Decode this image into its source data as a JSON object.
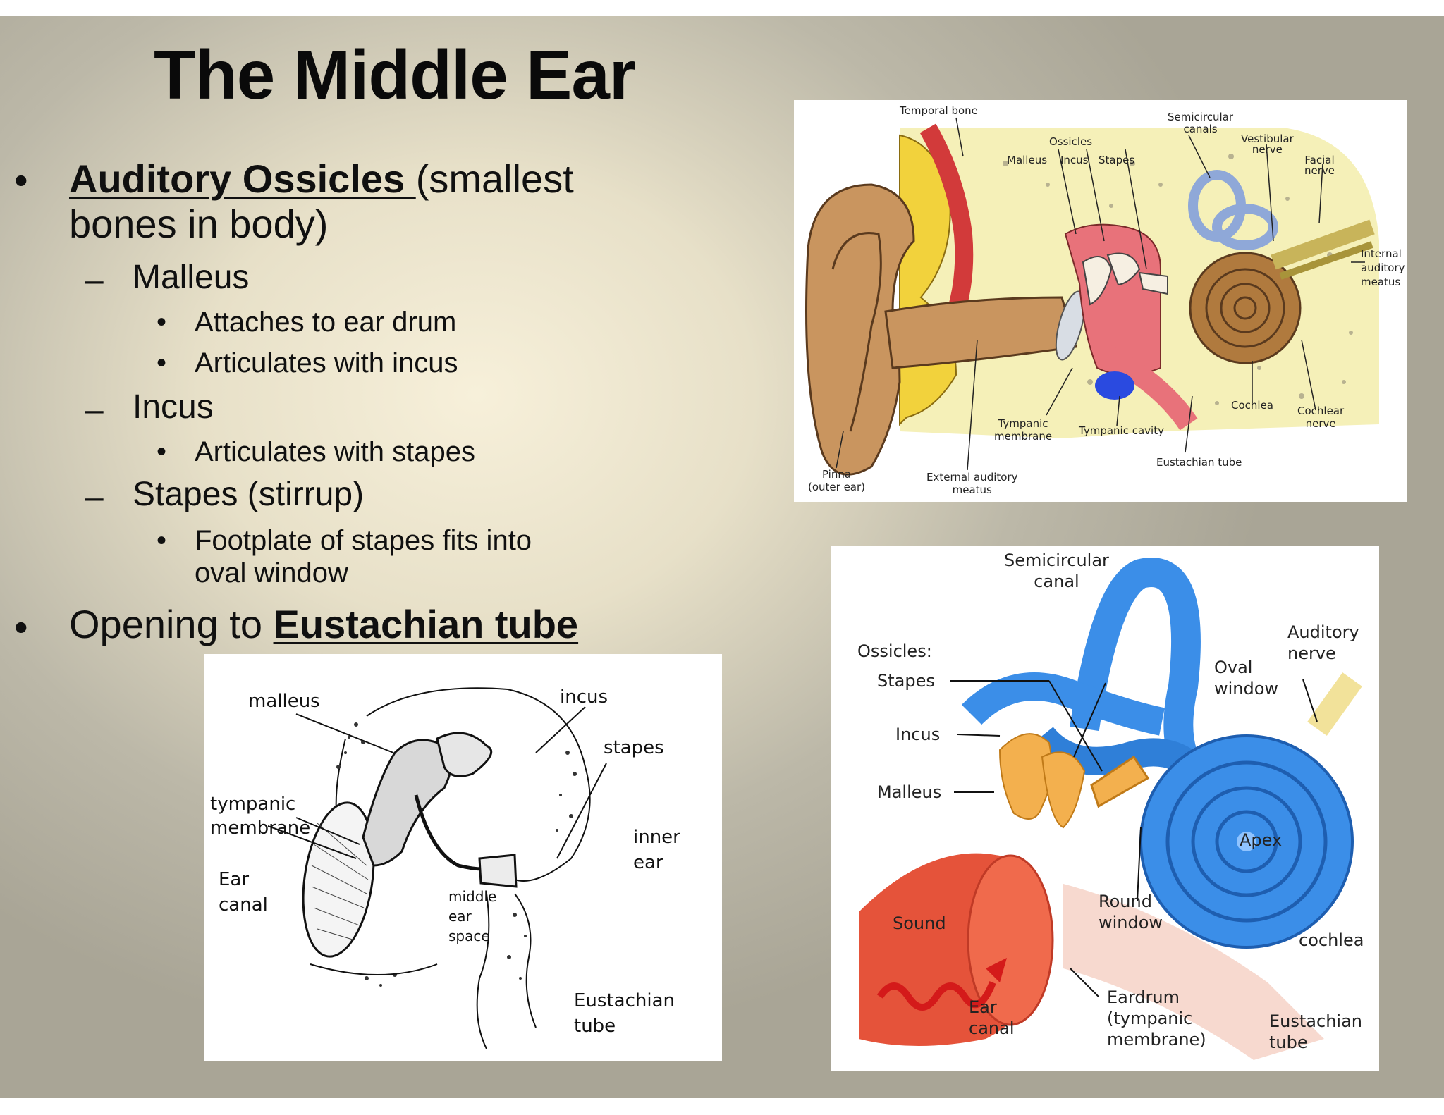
{
  "slide": {
    "title": "The Middle Ear",
    "bullets": {
      "b1_marker": "•",
      "b1_bold": "Auditory Ossicles ",
      "b1_rest": "(smallest",
      "b1_line2": "bones in body)",
      "dash": "–",
      "dot": "•",
      "malleus": "Malleus",
      "malleus_1": "Attaches to ear drum",
      "malleus_2": "Articulates with incus",
      "incus": "Incus",
      "incus_1": "Articulates with stapes",
      "stapes": "Stapes (stirrup)",
      "stapes_1a": "Footplate of stapes fits into",
      "stapes_1b": "oval window",
      "b2_plain": "Opening to ",
      "b2_bold": "Eustachian tube"
    }
  },
  "figure_top": {
    "labels": {
      "temporal_bone": "Temporal bone",
      "ossicles": "Ossicles",
      "malleus": "Malleus",
      "incus": "Incus",
      "stapes": "Stapes",
      "semicircular_canals_1": "Semicircular",
      "semicircular_canals_2": "canals",
      "vestibular_nerve_1": "Vestibular",
      "vestibular_nerve_2": "nerve",
      "facial_nerve_1": "Facial",
      "facial_nerve_2": "nerve",
      "internal_meatus_1": "Internal",
      "internal_meatus_2": "auditory",
      "internal_meatus_3": "meatus",
      "cochlea": "Cochlea",
      "cochlear_nerve_1": "Cochlear",
      "cochlear_nerve_2": "nerve",
      "tympanic_membrane_1": "Tympanic",
      "tympanic_membrane_2": "membrane",
      "tympanic_cavity": "Tympanic cavity",
      "eustachian_tube": "Eustachian tube",
      "pinna_1": "Pinna",
      "pinna_2": "(outer ear)",
      "external_meatus_1": "External auditory",
      "external_meatus_2": "meatus"
    }
  },
  "figure_bw": {
    "labels": {
      "malleus": "malleus",
      "incus": "incus",
      "stapes": "stapes",
      "tympanic_1": "tympanic",
      "tympanic_2": "membrane",
      "inner_1": "inner",
      "inner_2": "ear",
      "ear_canal_1": "Ear",
      "ear_canal_2": "canal",
      "middle_1": "middle",
      "middle_2": "ear",
      "middle_3": "space",
      "eustachian_1": "Eustachian",
      "eustachian_2": "tube"
    }
  },
  "figure_color": {
    "labels": {
      "semicircular_1": "Semicircular",
      "semicircular_2": "canal",
      "auditory_nerve_1": "Auditory",
      "auditory_nerve_2": "nerve",
      "ossicles": "Ossicles:",
      "stapes": "Stapes",
      "incus": "Incus",
      "malleus": "Malleus",
      "oval_1": "Oval",
      "oval_2": "window",
      "apex": "Apex",
      "round_1": "Round",
      "round_2": "window",
      "sound": "Sound",
      "cochlea": "cochlea",
      "ear_canal_1": "Ear",
      "ear_canal_2": "canal",
      "eardrum_1": "Eardrum",
      "eardrum_2": "(tympanic",
      "eardrum_3": "membrane)",
      "eustachian_1": "Eustachian",
      "eustachian_2": "tube"
    }
  }
}
